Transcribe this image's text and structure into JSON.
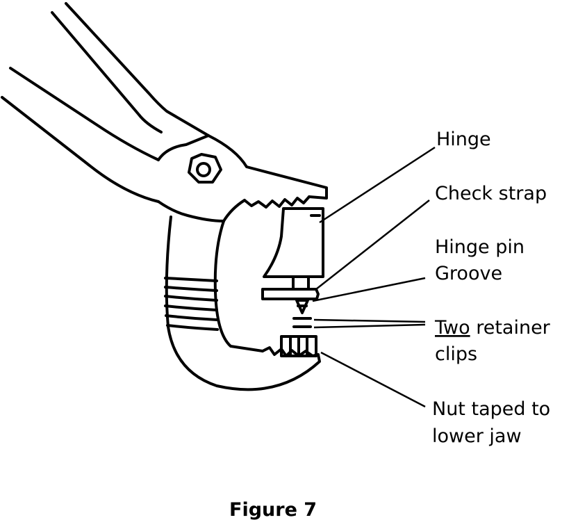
{
  "labels": {
    "hinge": "Hinge",
    "check_strap": "Check strap",
    "hinge_pin": "Hinge pin",
    "groove": "Groove",
    "two": "Two",
    "retainer": " retainer",
    "clips": "clips",
    "nut_line1": "Nut taped to",
    "nut_line2": "lower jaw"
  },
  "caption": "Figure 7"
}
